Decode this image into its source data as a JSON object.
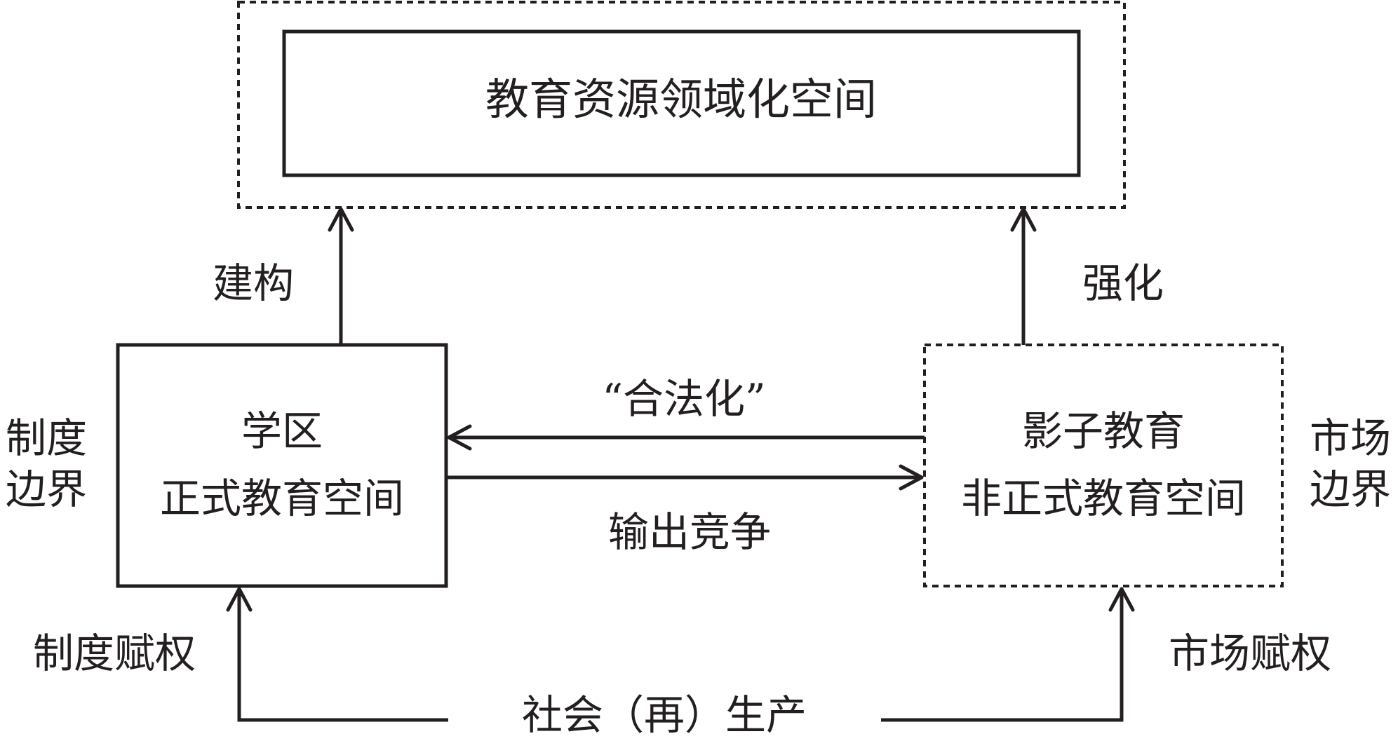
{
  "nodes": {
    "top_space": "教育资源领域化空间",
    "school_district": {
      "line1": "学区",
      "line2": "正式教育空间"
    },
    "shadow_education": {
      "line1": "影子教育",
      "line2": "非正式教育空间"
    }
  },
  "edges": {
    "construct": "建构",
    "reinforce": "强化",
    "legitimize": "“合法化”",
    "export_competition": "输出竞争",
    "institutional_empowerment": "制度赋权",
    "market_empowerment": "市场赋权"
  },
  "side_labels": {
    "institutional_boundary": {
      "line1": "制度",
      "line2": "边界"
    },
    "market_boundary": {
      "line1": "市场",
      "line2": "边界"
    }
  },
  "bottom_label": "社会（再）生产"
}
